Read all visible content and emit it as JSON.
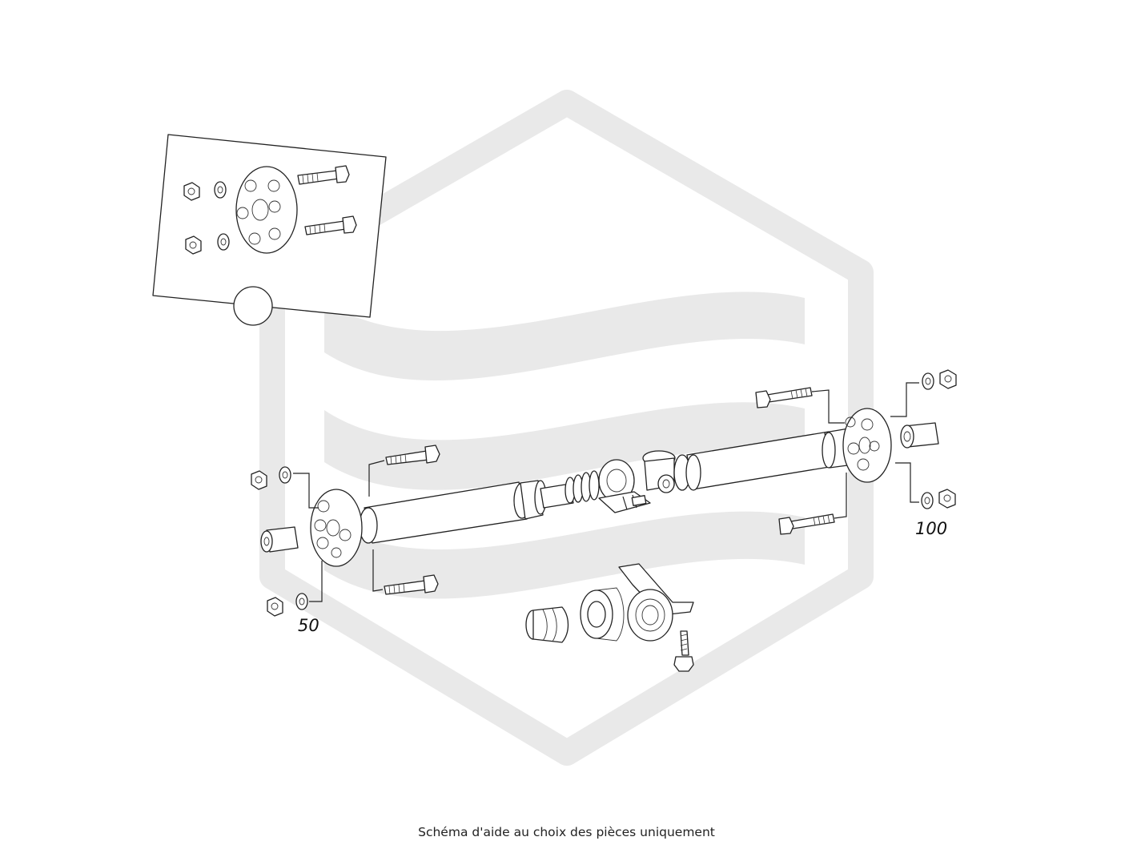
{
  "diagram": {
    "callouts": {
      "front": "50",
      "rear": "100"
    }
  },
  "caption": "Schéma d'aide au choix des pièces uniquement",
  "colors": {
    "watermark": "#e9e9e9",
    "line": "#222222",
    "background": "#ffffff"
  },
  "icons": {
    "watermark": "brand-hexagon-logo-watermark"
  }
}
